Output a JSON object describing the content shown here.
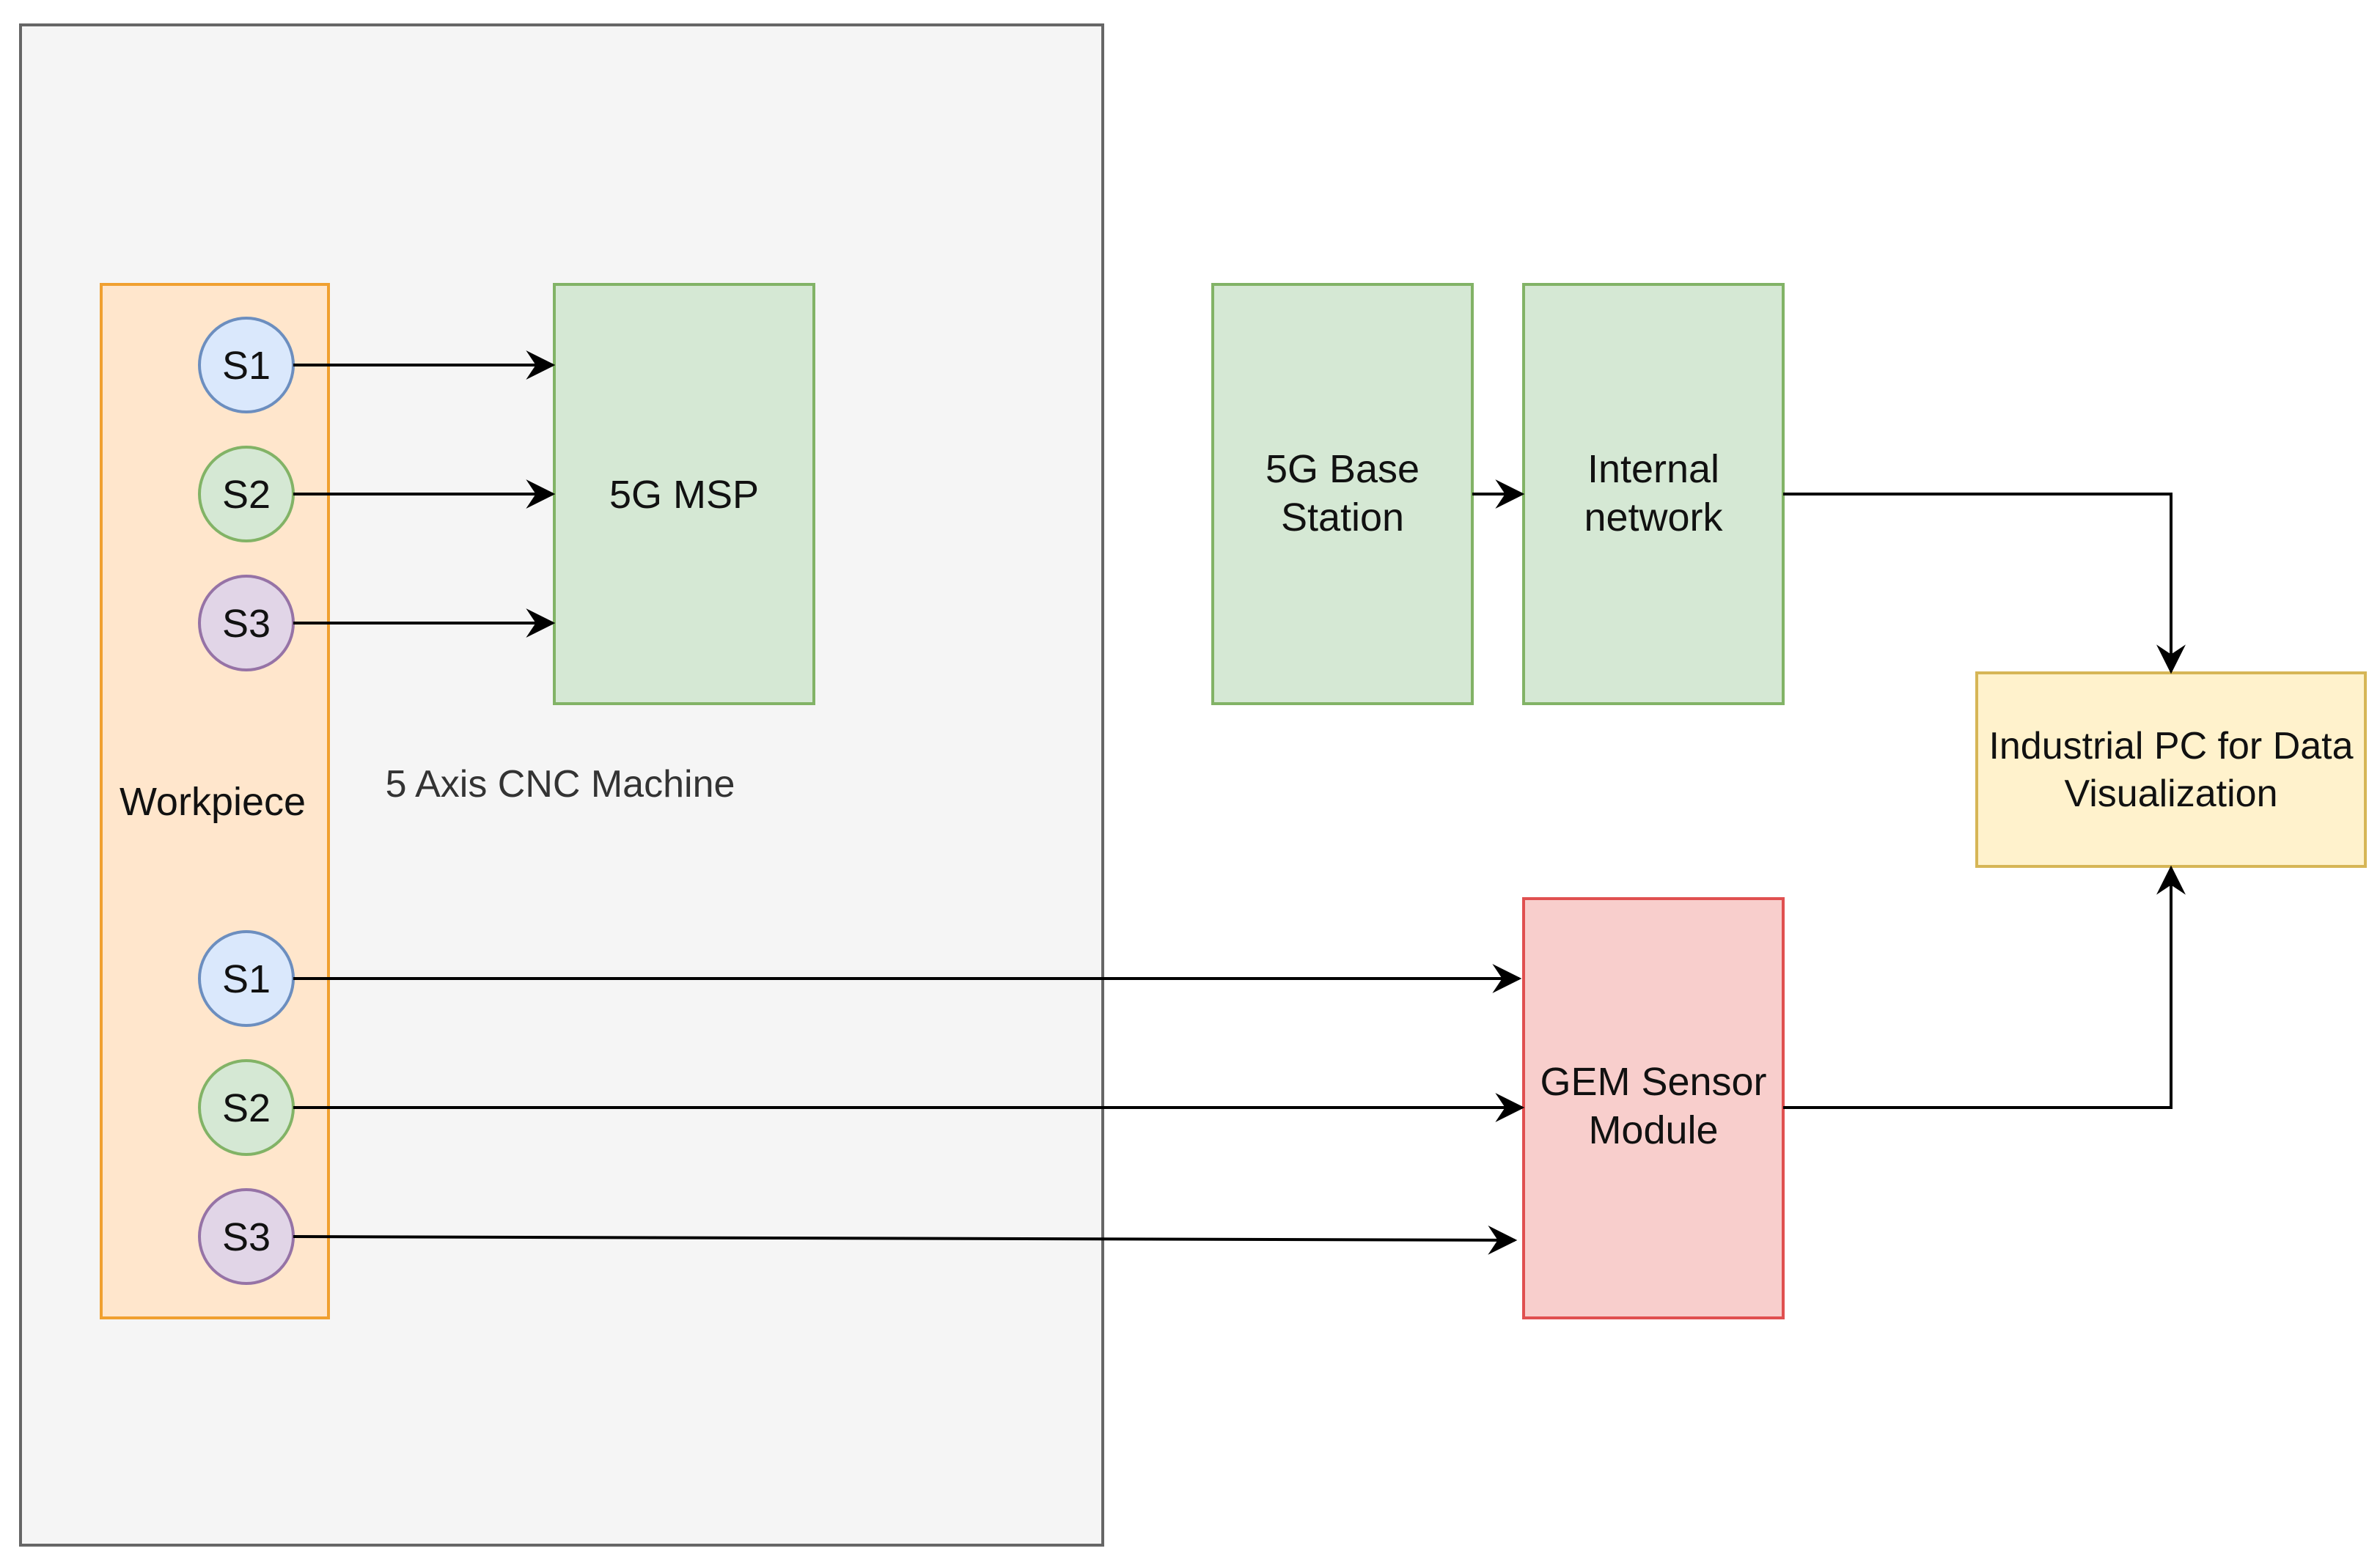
{
  "machine": {
    "label": "5 Axis CNC Machine"
  },
  "workpiece": {
    "label": "Workpiece"
  },
  "sensors_upper": [
    {
      "label": "S1",
      "fill": "#dae8fc",
      "stroke": "#6c8ebf"
    },
    {
      "label": "S2",
      "fill": "#d5e8d4",
      "stroke": "#82b366"
    },
    {
      "label": "S3",
      "fill": "#e1d5e7",
      "stroke": "#9673a6"
    }
  ],
  "sensors_lower": [
    {
      "label": "S1",
      "fill": "#dae8fc",
      "stroke": "#6c8ebf"
    },
    {
      "label": "S2",
      "fill": "#d5e8d4",
      "stroke": "#82b366"
    },
    {
      "label": "S3",
      "fill": "#e1d5e7",
      "stroke": "#9673a6"
    }
  ],
  "msp": {
    "label": "5G MSP"
  },
  "base_station": {
    "line1": "5G Base",
    "line2": "Station"
  },
  "internal_network": {
    "line1": "Internal",
    "line2": "network"
  },
  "industrial_pc": {
    "line1": "Industrial PC for Data",
    "line2": "Visualization"
  },
  "gem_module": {
    "line1": "GEM Sensor",
    "line2": "Module"
  },
  "colors": {
    "machine_fill": "#f5f5f5",
    "machine_stroke": "#666666",
    "workpiece_fill": "#ffe6cc",
    "workpiece_stroke": "#f0a030",
    "green_fill": "#d5e8d4",
    "green_stroke": "#82b366",
    "yellow_fill": "#fff2cc",
    "yellow_stroke": "#d6b656",
    "red_fill": "#f8cecc",
    "red_stroke": "#e05050"
  }
}
